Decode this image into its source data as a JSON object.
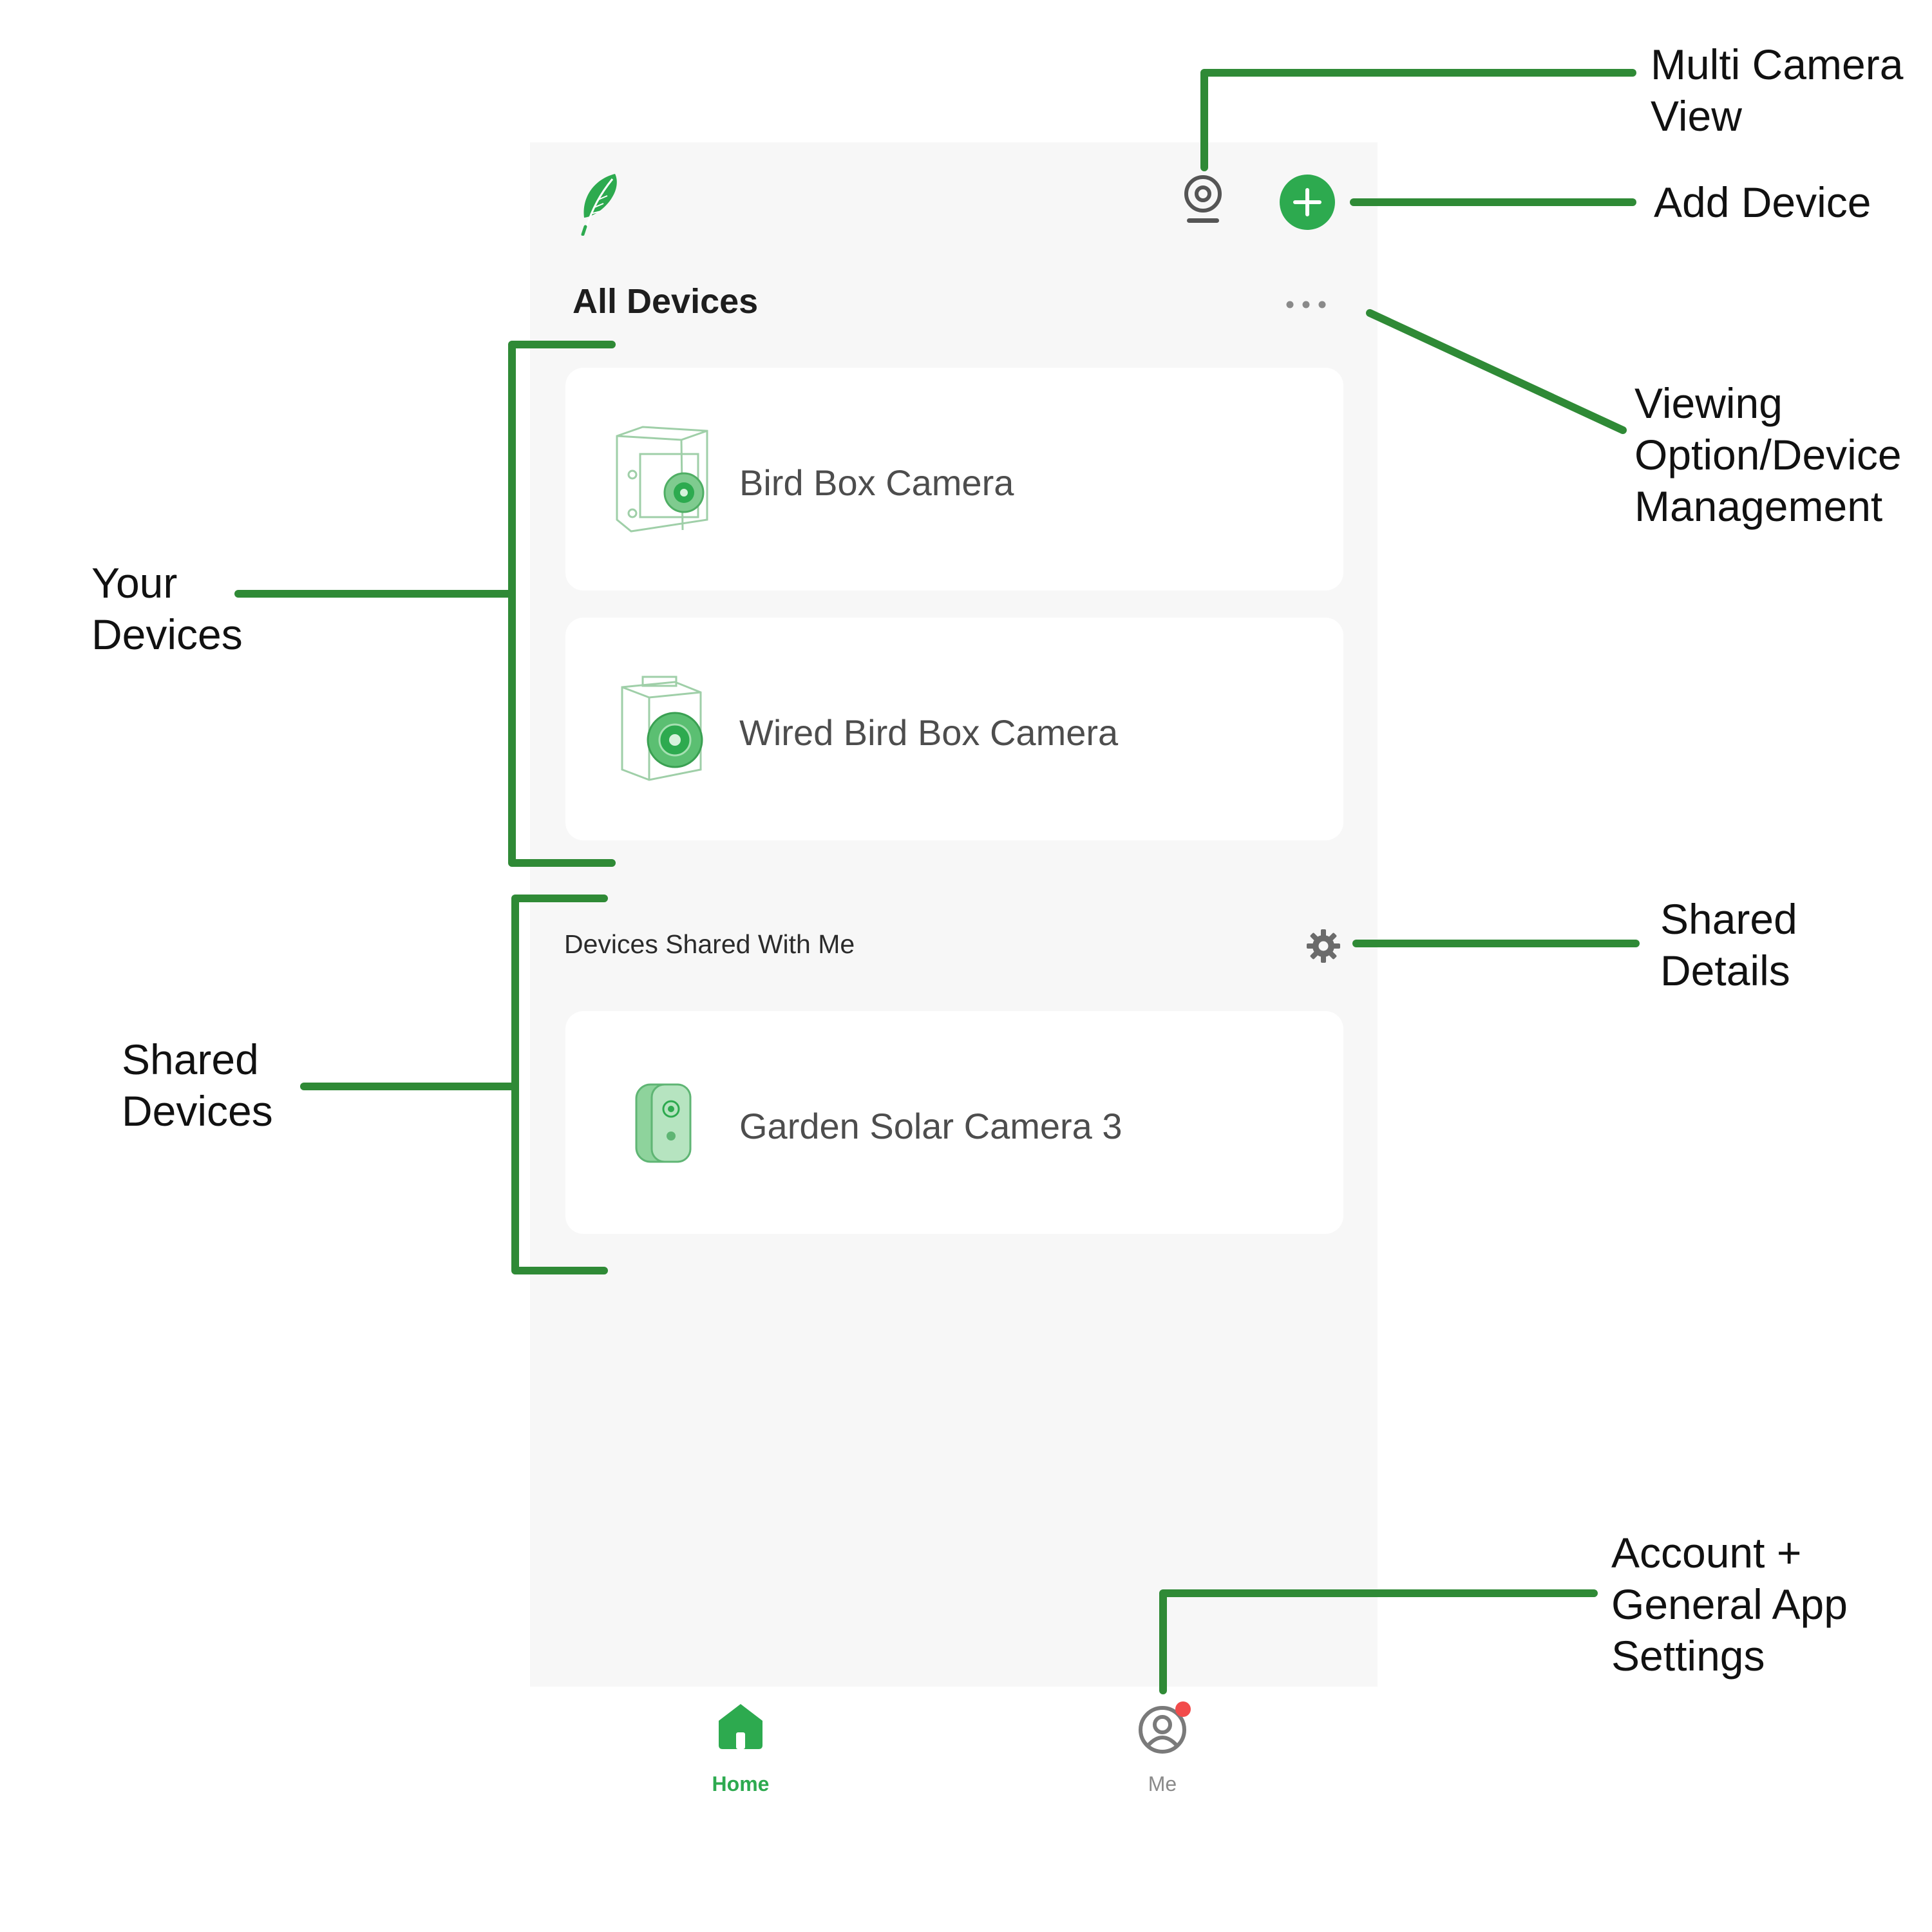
{
  "app": {
    "header": {
      "logo": "feather-logo-icon",
      "multi_camera_icon": "webcam-icon",
      "add_icon": "plus-icon"
    },
    "all_devices": {
      "title": "All Devices",
      "more_icon": "more-horizontal-icon",
      "devices": [
        {
          "name": "Bird Box Camera",
          "icon": "bird-box-camera-icon"
        },
        {
          "name": "Wired Bird Box Camera",
          "icon": "wired-bird-box-camera-icon"
        }
      ]
    },
    "shared": {
      "title": "Devices Shared With Me",
      "settings_icon": "gear-icon",
      "devices": [
        {
          "name": "Garden Solar Camera 3",
          "icon": "solar-camera-icon"
        }
      ]
    },
    "nav": {
      "home_label": "Home",
      "me_label": "Me",
      "me_has_notification": true
    }
  },
  "annotations": {
    "multi_camera": [
      "Multi Camera",
      "View"
    ],
    "add_device": [
      "Add Device"
    ],
    "viewing_option": [
      "Viewing",
      "Option/Device",
      "Management"
    ],
    "your_devices": [
      "Your",
      "Devices"
    ],
    "shared_details": [
      "Shared",
      "Details"
    ],
    "shared_devices": [
      "Shared",
      "Devices"
    ],
    "account": [
      "Account +",
      "General App",
      "Settings"
    ]
  },
  "colors": {
    "brand_green": "#2daa4f",
    "annotation_green": "#2f8a36",
    "screen_bg": "#f7f7f7",
    "notification_red": "#f24b4b"
  }
}
